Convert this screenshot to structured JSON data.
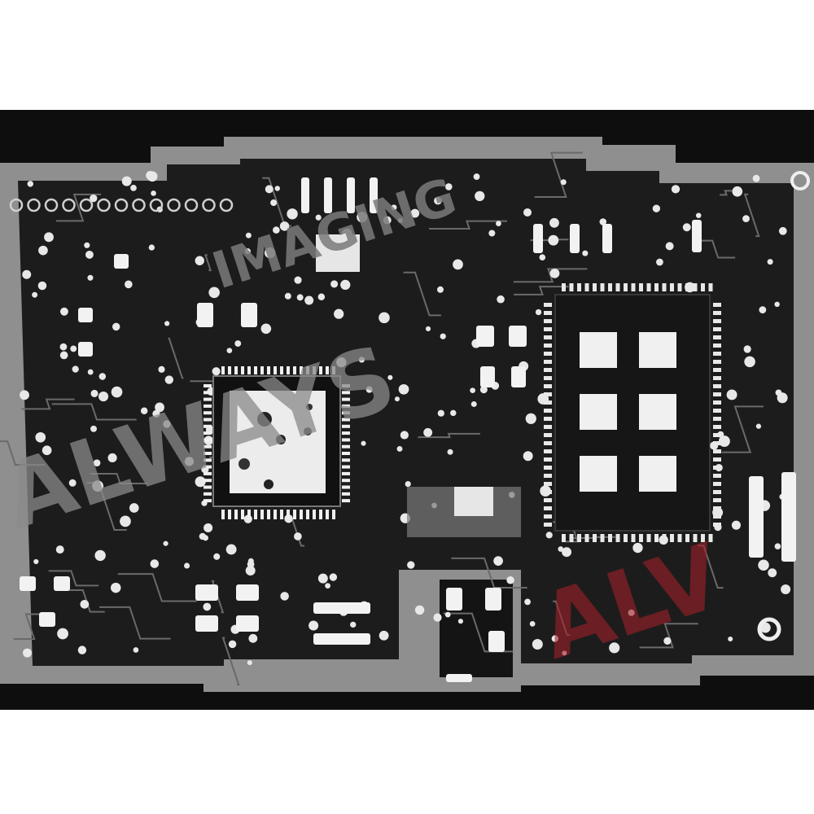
{
  "image": {
    "subject": "x-ray-pcb",
    "colors": {
      "background": "#ffffff",
      "board_dark": "#1a1a1a",
      "board_frame": "#9a9a9a",
      "solder": "#f2f2f2",
      "watermark_gray": "#7a7a7a",
      "watermark_red": "#b0202a"
    }
  },
  "watermark": {
    "line1": "IMAGING",
    "line2": "ALWAYS",
    "line3": "ALV"
  }
}
